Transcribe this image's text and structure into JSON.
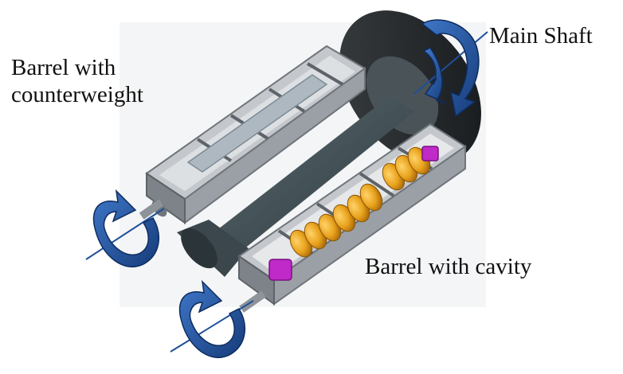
{
  "labels": {
    "main_shaft": "Main Shaft",
    "barrel_counterweight_line1": "Barrel with",
    "barrel_counterweight_line2": "counterweight",
    "barrel_cavity": "Barrel with cavity"
  },
  "colors": {
    "background_panel": "#f4f5f6",
    "frame_steel": "#c4c8cc",
    "frame_dark": "#6f757a",
    "shaft": "#3e4a50",
    "disk": "#262a2c",
    "cavity_cells": "#e8a21c",
    "coupler": "#c02ac8",
    "rotation_arrow": "#1e4f9a"
  }
}
